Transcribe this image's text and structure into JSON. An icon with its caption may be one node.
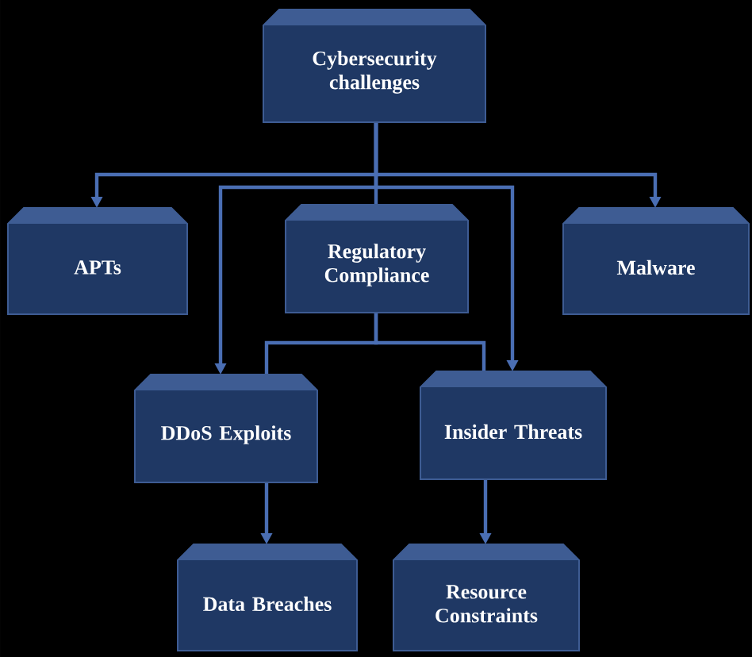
{
  "diagram": {
    "nodes": [
      {
        "text": [
          "Cybersecurity challenges"
        ]
      },
      {
        "text": [
          "APTs"
        ]
      },
      {
        "text": [
          "Regulatory Compliance"
        ]
      },
      {
        "text": [
          "Malware"
        ]
      },
      {
        "text": [
          "DDoS Exploits"
        ]
      },
      {
        "text": [
          "Insider Threats"
        ]
      },
      {
        "text": [
          "Data Breaches"
        ]
      },
      {
        "text": [
          "Resource Constraints"
        ]
      }
    ],
    "edges": [
      {
        "from": 0,
        "to": 1,
        "arrow": "to"
      },
      {
        "from": 0,
        "to": 2,
        "arrow": "none"
      },
      {
        "from": 0,
        "to": 3,
        "arrow": "to"
      },
      {
        "from": 0,
        "to": 4,
        "arrow": "to"
      },
      {
        "from": 0,
        "to": 5,
        "arrow": "to"
      },
      {
        "from": 2,
        "to": 4,
        "arrow": "none"
      },
      {
        "from": 2,
        "to": 5,
        "arrow": "none"
      },
      {
        "from": 4,
        "to": 6,
        "arrow": "to"
      },
      {
        "from": 5,
        "to": 7,
        "arrow": "to"
      }
    ]
  }
}
